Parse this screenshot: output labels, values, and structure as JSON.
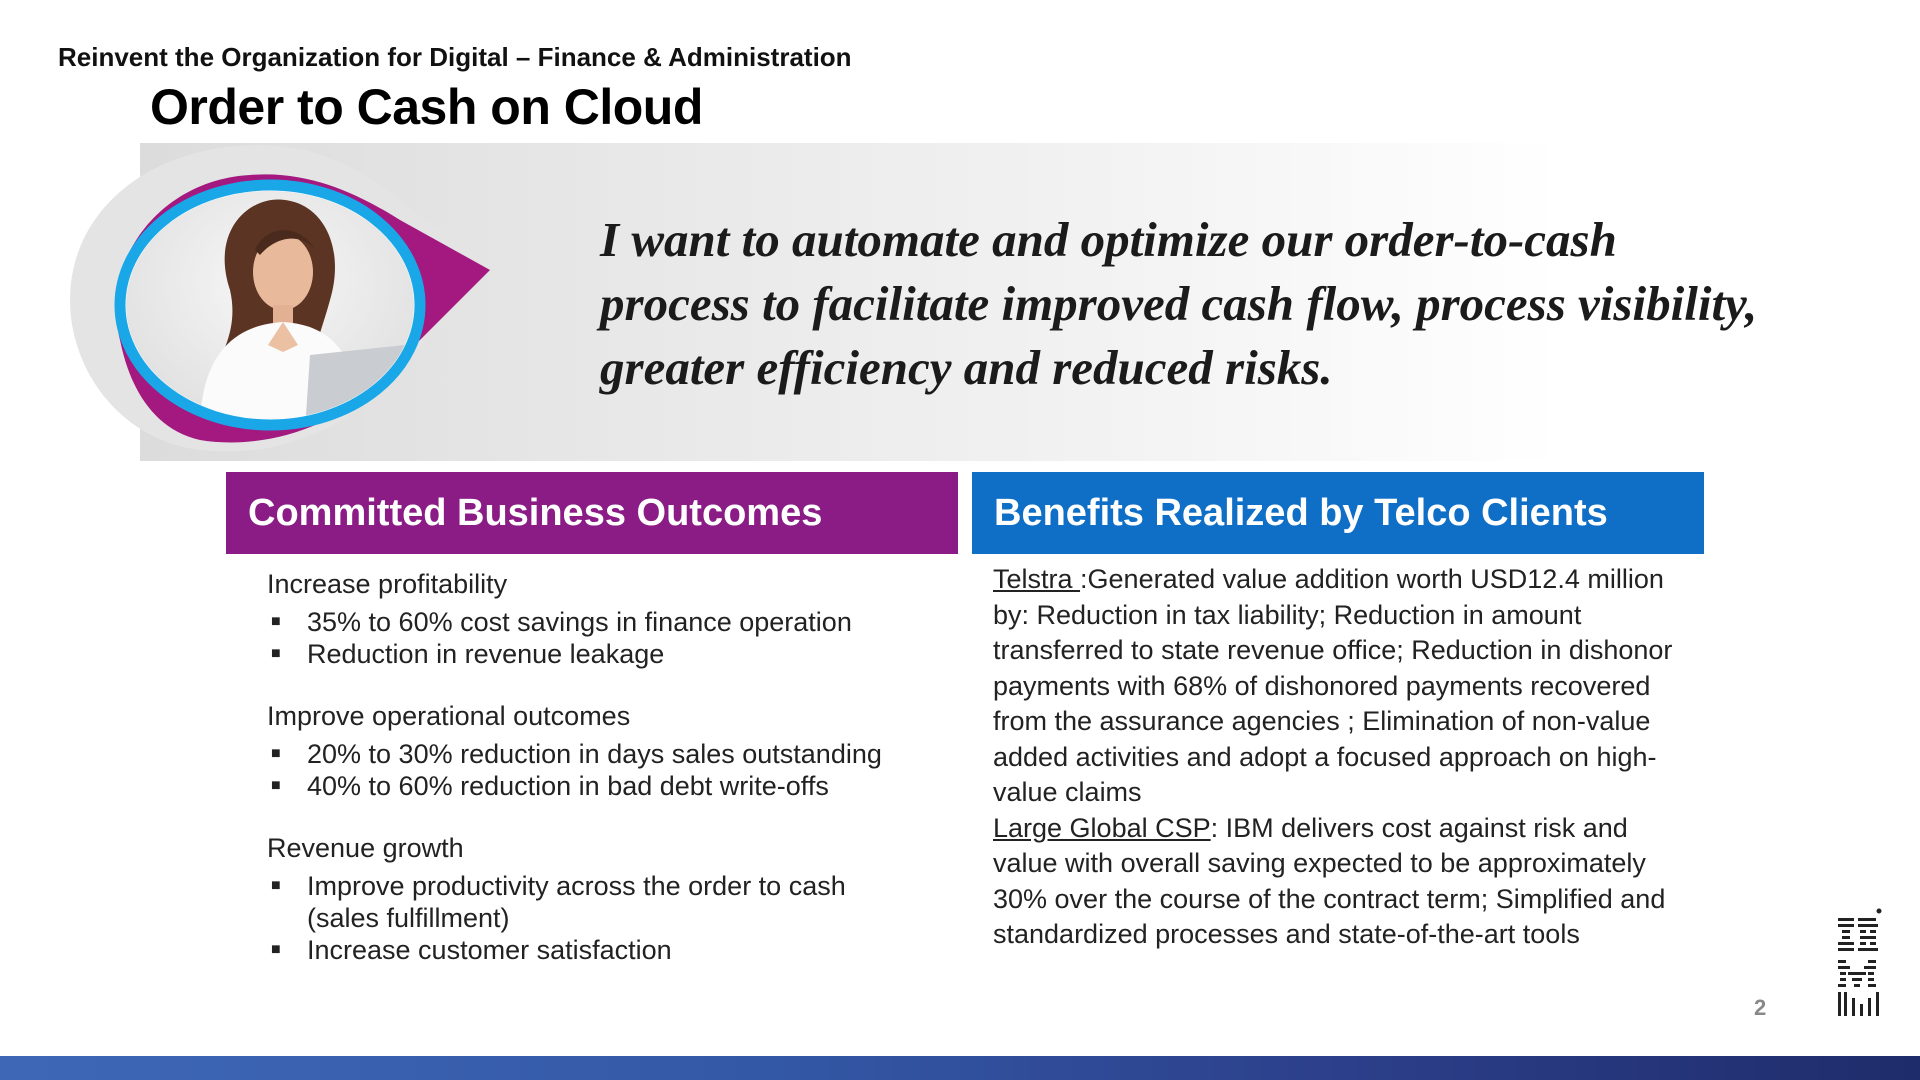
{
  "header": {
    "supertitle": "Reinvent the Organization for Digital – Finance & Administration",
    "title": "Order to Cash on Cloud"
  },
  "persona": {
    "quote": "I want to automate and optimize our order-to-cash process to facilitate improved cash flow, process visibility, greater efficiency and reduced risks."
  },
  "outcomes": {
    "heading": "Committed Business Outcomes",
    "groups": [
      {
        "label": "Increase profitability",
        "items": [
          "35% to 60% cost savings in finance operation",
          "Reduction in revenue leakage"
        ]
      },
      {
        "label": "Improve operational outcomes",
        "items": [
          "20% to 30% reduction in days sales outstanding",
          "40% to 60% reduction in bad debt write-offs"
        ]
      },
      {
        "label": "Revenue growth",
        "items": [
          "Improve productivity across the order to cash (sales fulfillment)",
          "Increase customer satisfaction"
        ]
      }
    ]
  },
  "benefits": {
    "heading": "Benefits Realized by Telco Clients",
    "telstra_name": "Telstra ",
    "telstra_text": ":Generated value addition worth USD12.4 million by: Reduction in tax liability; Reduction in amount transferred to state revenue  office; Reduction in dishonor payments with 68% of dishonored payments recovered from the assurance agencies ; Elimination of non-value added activities and adopt a focused approach on high-value claims",
    "csp_name": "Large Global CSP",
    "csp_text": ":  IBM delivers cost against risk and value with overall saving expected to be approximately 30% over the course of the contract term; Simplified and standardized processes and state-of-the-art tools"
  },
  "footer": {
    "page_number": "2"
  },
  "colors": {
    "magenta": "#8b1c86",
    "blue": "#0f6fc7",
    "ring": "#1aa7e8"
  },
  "icons": {
    "logo": "ibm-logo-icon"
  }
}
